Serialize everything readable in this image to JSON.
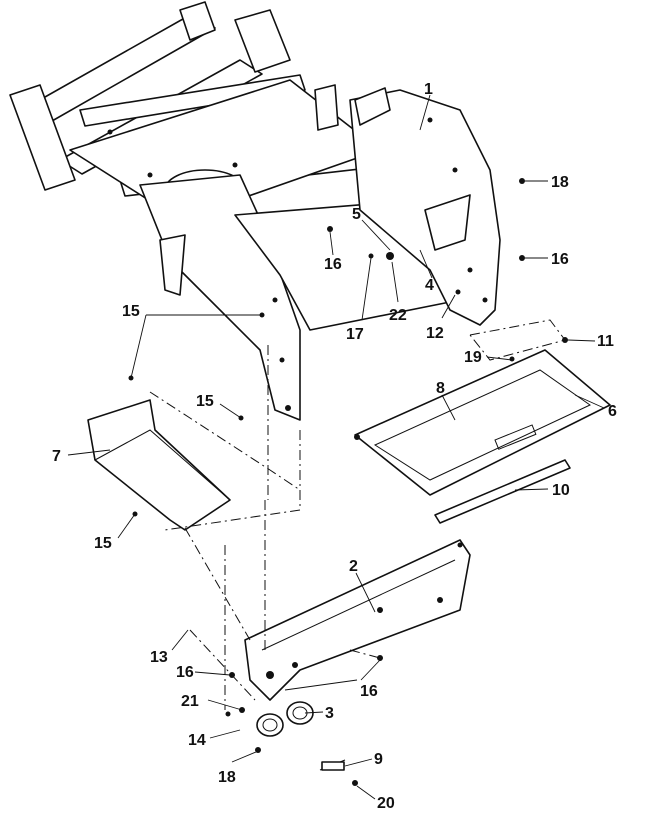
{
  "callouts": {
    "c1": "1",
    "c2": "2",
    "c3": "3",
    "c4": "4",
    "c5": "5",
    "c6": "6",
    "c7": "7",
    "c8": "8",
    "c9": "9",
    "c10": "10",
    "c11": "11",
    "c12": "12",
    "c13": "13",
    "c14": "14",
    "c15a": "15",
    "c15b": "15",
    "c15c": "15",
    "c16a": "16",
    "c16b": "16",
    "c16c": "16",
    "c16d": "16",
    "c17": "17",
    "c18a": "18",
    "c18b": "18",
    "c19": "19",
    "c20": "20",
    "c21": "21",
    "c22": "22"
  },
  "colors": {
    "ink": "#111111",
    "paper": "#ffffff"
  }
}
